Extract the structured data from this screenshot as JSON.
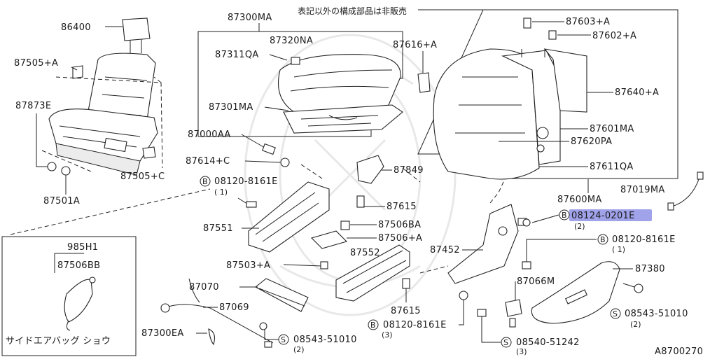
{
  "note": "表記以外の構成部品は非販売",
  "figure_id": "A8700270",
  "inset_caption": "サイドエアバッグ ショウ",
  "parts": {
    "p86400": "86400",
    "p87505a": "87505+A",
    "p87873e": "87873E",
    "p87501a": "87501A",
    "p87505c": "87505+C",
    "p87300ma": "87300MA",
    "p87320na": "87320NA",
    "p87311qa": "87311QA",
    "p87301ma": "87301MA",
    "p87616a": "87616+A",
    "p87603a": "87603+A",
    "p87602a": "87602+A",
    "p87640a": "87640+A",
    "p87601ma": "87601MA",
    "p87620pa": "87620PA",
    "p87611qa": "87611QA",
    "p87600ma": "87600MA",
    "p87019ma": "87019MA",
    "p87000aa": "87000AA",
    "p87614c": "87614+C",
    "p87849": "87849",
    "p87615a": "87615",
    "p87551": "87551",
    "p87506ba": "87506BA",
    "p87506a": "87506+A",
    "p87552": "87552",
    "p87452": "87452",
    "p87503a": "87503+A",
    "p87380": "87380",
    "p87066m": "87066M",
    "p87070": "87070",
    "p87069": "87069",
    "p87615b": "87615",
    "p87300ea": "87300EA",
    "p985h1": "985H1",
    "p87506bb": "87506BB"
  },
  "fasteners": {
    "b1": {
      "prefix": "B",
      "code": "08120-8161E",
      "qty": "( 1)"
    },
    "b2": {
      "prefix": "B",
      "code": "08124-0201E",
      "qty": "(2)"
    },
    "b3": {
      "prefix": "B",
      "code": "08120-8161E",
      "qty": "( 1)"
    },
    "b4": {
      "prefix": "B",
      "code": "08120-8161E",
      "qty": "(3)"
    },
    "s1": {
      "prefix": "S",
      "code": "08543-51010",
      "qty": "(2)"
    },
    "s2": {
      "prefix": "S",
      "code": "08540-51242",
      "qty": "(3)"
    },
    "s3": {
      "prefix": "S",
      "code": "08543-51010",
      "qty": "(2)"
    }
  },
  "highlight_color": "#8f92e6"
}
